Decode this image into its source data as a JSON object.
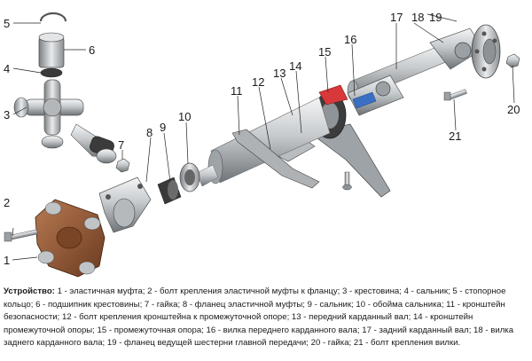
{
  "labels": [
    "1",
    "2",
    "3",
    "4",
    "5",
    "6",
    "7",
    "8",
    "9",
    "10",
    "11",
    "12",
    "13",
    "14",
    "15",
    "16",
    "17",
    "18",
    "19",
    "20",
    "21"
  ],
  "caption": {
    "heading": "Устройство:",
    "text": "1 - эластичная муфта; 2 - болт крепления эластичной муфты к фланцу; 3 - крестовина; 4 - сальник; 5 - стопорное кольцо; 6 - подшипник крестовины; 7 - гайка; 8 - фланец эластичной муфты; 9 - сальник; 10 - обойма сальника; 11 - кронштейн безопасности; 12 - болт крепления кронштейна к промежуточной опоре; 13 - передний карданный вал; 14 - кронштейн промежуточной опоры; 15 - промежуточная опора; 16 - вилка переднего карданного вала; 17 - задний карданный вал; 18 - вилка заднего карданного вала; 19 - фланец ведущей шестерни главной передачи; 20 - гайка; 21 - болт крепления вилки."
  },
  "colors": {
    "metal": "#c9cdd0",
    "rubber": "#8a4f2e",
    "accent_red": "#d8383a",
    "accent_blue": "#3a6fc4"
  }
}
